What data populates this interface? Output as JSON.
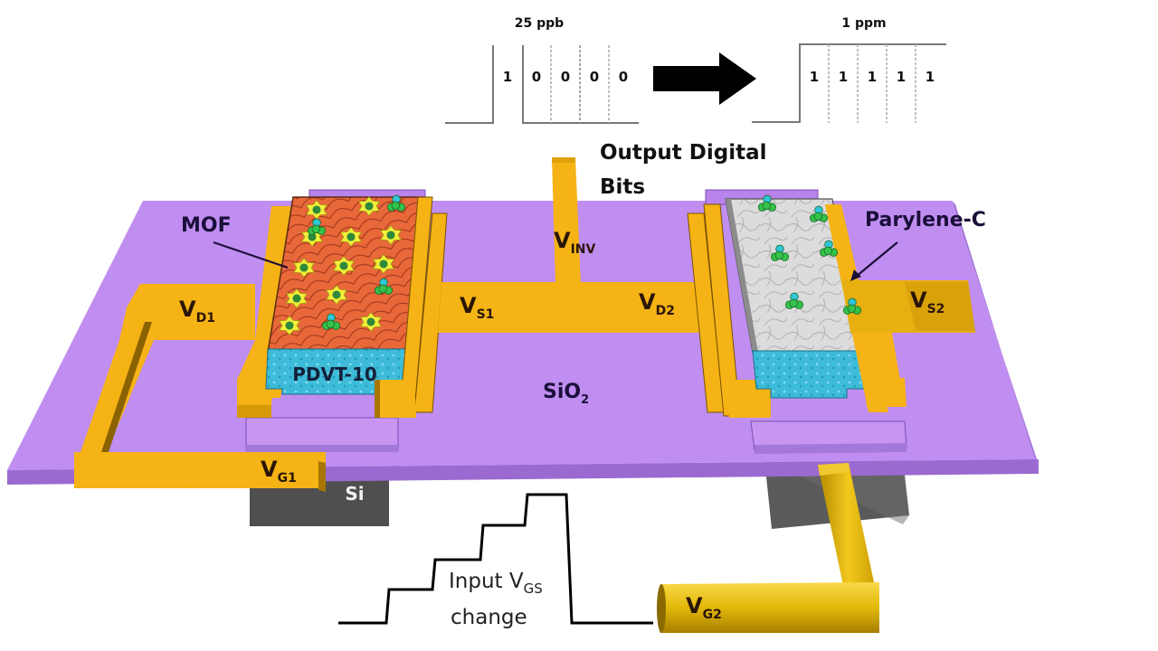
{
  "diagram": {
    "title": "MOF-based organic FET inverter sensor converting analyte concentration to output digital bits",
    "output_waveforms": [
      {
        "header": "25 ppb",
        "bits": [
          "1",
          "0",
          "0",
          "0",
          "0"
        ]
      },
      {
        "header": "1 ppm",
        "bits": [
          "1",
          "1",
          "1",
          "1",
          "1"
        ]
      }
    ],
    "arrow_label": "",
    "output_caption": {
      "line1": "Output Digital",
      "line2": "Bits"
    },
    "terminals": {
      "vd1": {
        "main": "V",
        "sub": "D1"
      },
      "vs1": {
        "main": "V",
        "sub": "S1"
      },
      "vinv": {
        "main": "V",
        "sub": "INV"
      },
      "vd2": {
        "main": "V",
        "sub": "D2"
      },
      "vs2": {
        "main": "V",
        "sub": "S2"
      },
      "vg1": {
        "main": "V",
        "sub": "G1"
      },
      "vg2": {
        "main": "V",
        "sub": "G2"
      }
    },
    "layers": {
      "mof": "MOF",
      "pdvt": "PDVT-10",
      "parylene": "Parylene-C",
      "sio2_main": "SiO",
      "sio2_sub": "2",
      "si": "Si"
    },
    "input_caption": {
      "line1_main": "Input V",
      "line1_sub": "GS",
      "line2": "change"
    },
    "colors": {
      "substrate_purple": "#c08ef0",
      "substrate_edge": "#9a6ad0",
      "gold": "#f5b315",
      "gold_dark": "#c78a05",
      "si_gray": "#5a5a5a",
      "mof_orange": "#e8683a",
      "pdvt_cyan": "#3dbbd8",
      "parylene_gray": "#d8d8d8",
      "molecule_green": "#35c24a",
      "molecule_cyan": "#2fc7d8",
      "mof_star_yellow": "#f2ef3a"
    }
  }
}
